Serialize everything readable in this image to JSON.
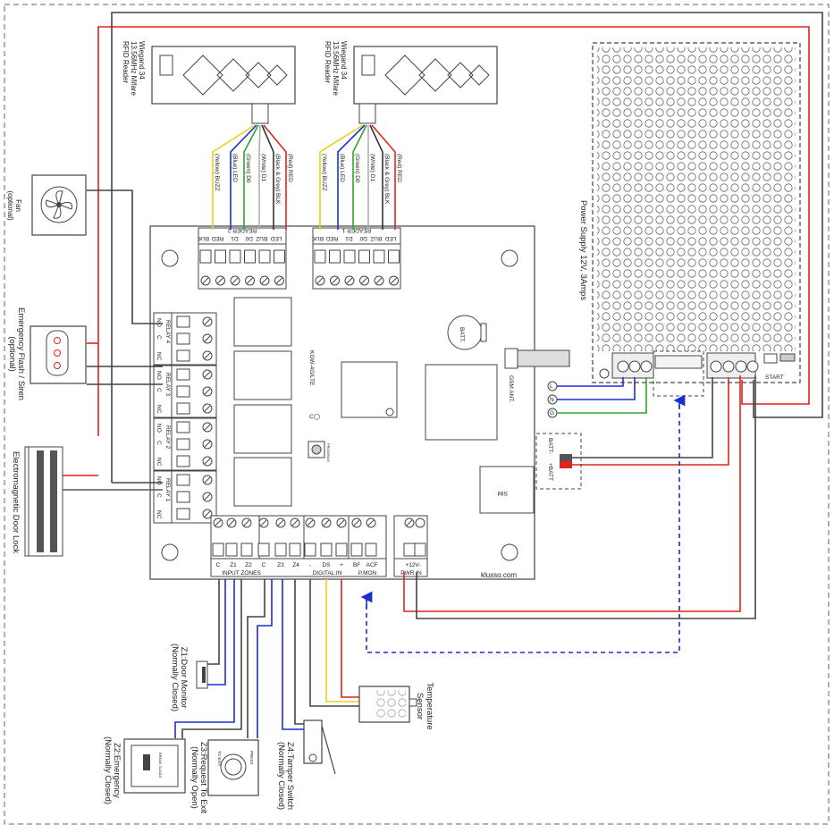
{
  "colors": {
    "red": "#e0231c",
    "black": "#333333",
    "yellow": "#e8d21a",
    "green": "#2fa52f",
    "blue": "#1a2fd0",
    "gray": "#8a8a8a",
    "dashed_blue": "#1a2fd0"
  },
  "readers": [
    {
      "title_line1": "Wiegand 34",
      "title_line2": "13.56MHz Mifare",
      "title_line3": "RFID Reader",
      "wires": [
        "(Yellow) BUZZ",
        "(Blue) LED",
        "(Green) D0",
        "(White) D1",
        "(Black & Grey) BLK",
        "(Red) RED"
      ]
    },
    {
      "title_line1": "Wiegand 34",
      "title_line2": "13.56MHz Mifare",
      "title_line3": "RFID Reader",
      "wires": [
        "(Yellow) BUZZ",
        "(Blue) LED",
        "(Green) D0",
        "(White) D1",
        "(Black & Grey) BLK",
        "(Red) RED"
      ]
    }
  ],
  "board": {
    "model": "KGW-4G/LTE",
    "battery": "BATT.",
    "gsm_ant": "GSM ANT.",
    "sim": "SIM",
    "website": "klusso.com",
    "program": "PROGRAM",
    "reader2_label": "READER 2",
    "reader1_label": "READER 1",
    "reader_terminals": [
      "LED",
      "BUZ",
      "D0",
      "D1",
      "RED",
      "BLK"
    ],
    "relays": [
      {
        "name": "RELAY 4",
        "terms": [
          "NO",
          "C",
          "NC"
        ]
      },
      {
        "name": "RELAY 3",
        "terms": [
          "NO",
          "C",
          "NC"
        ]
      },
      {
        "name": "RELAY 2",
        "terms": [
          "NO",
          "C",
          "NC"
        ]
      },
      {
        "name": "RELAY 1",
        "terms": [
          "NO",
          "C",
          "NC"
        ]
      }
    ],
    "bottom_terminals": [
      "C",
      "Z1",
      "Z2",
      "C",
      "Z3",
      "Z4",
      "-",
      "DS",
      "+",
      "BF",
      "ACF",
      "+12V-"
    ],
    "bottom_groups": [
      "INPUT ZONES",
      "DIGITAL IN",
      "P.MON",
      "PWR IN"
    ]
  },
  "devices": {
    "fan_title": "Fan",
    "fan_sub": "(optional)",
    "siren_title": "Emergency Flash / Siren",
    "siren_sub": "(optional)",
    "maglock": "Electromagnetic Door Lock",
    "power_supply": "Power Supply 12V, 3Amps",
    "ps_start": "START",
    "ps_l": "L",
    "ps_n": "N",
    "ps_g": "G",
    "batt_minus": "BATT-",
    "batt_plus": "+BATT",
    "temp_line1": "Temperature",
    "temp_line2": "Sensor",
    "z1_line1": "Z1:Door Monitor",
    "z1_line2": "(Normally Closed)",
    "z2_line1": "Z2:Emergency",
    "z2_line2": "(Normally Closed)",
    "z3_line1": "Z3:Request To Exit",
    "z3_line2": "(Normally Open)",
    "z4_line1": "Z4:Tamper Switch",
    "z4_line2": "(Normally Closed)",
    "rte_top": "PRESS",
    "rte_bottom": "TO EXIT",
    "emerg_text": "BREAK GLASS"
  }
}
